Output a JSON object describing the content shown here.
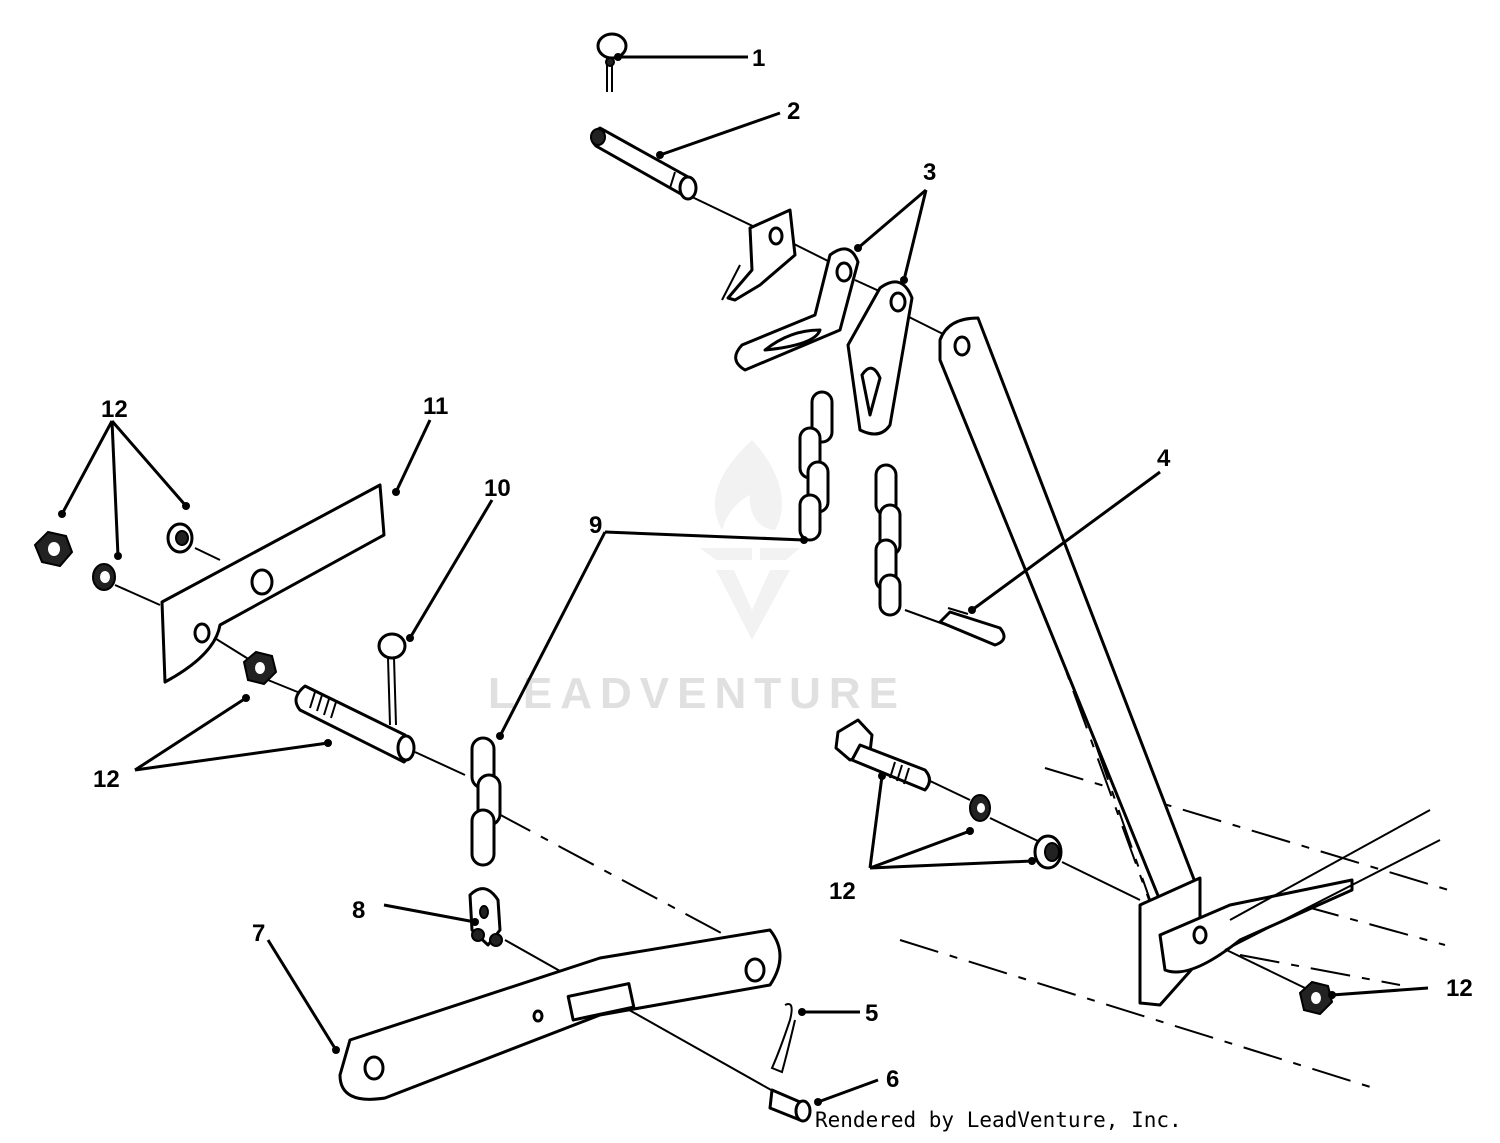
{
  "diagram": {
    "credit": "Rendered by LeadVenture, Inc.",
    "watermark": "LEADVENTURE",
    "watermark_logo_icon": "flame-v-logo-icon",
    "callouts": [
      "1",
      "2",
      "3",
      "4",
      "5",
      "6",
      "7",
      "8",
      "9",
      "10",
      "11",
      "12"
    ]
  }
}
